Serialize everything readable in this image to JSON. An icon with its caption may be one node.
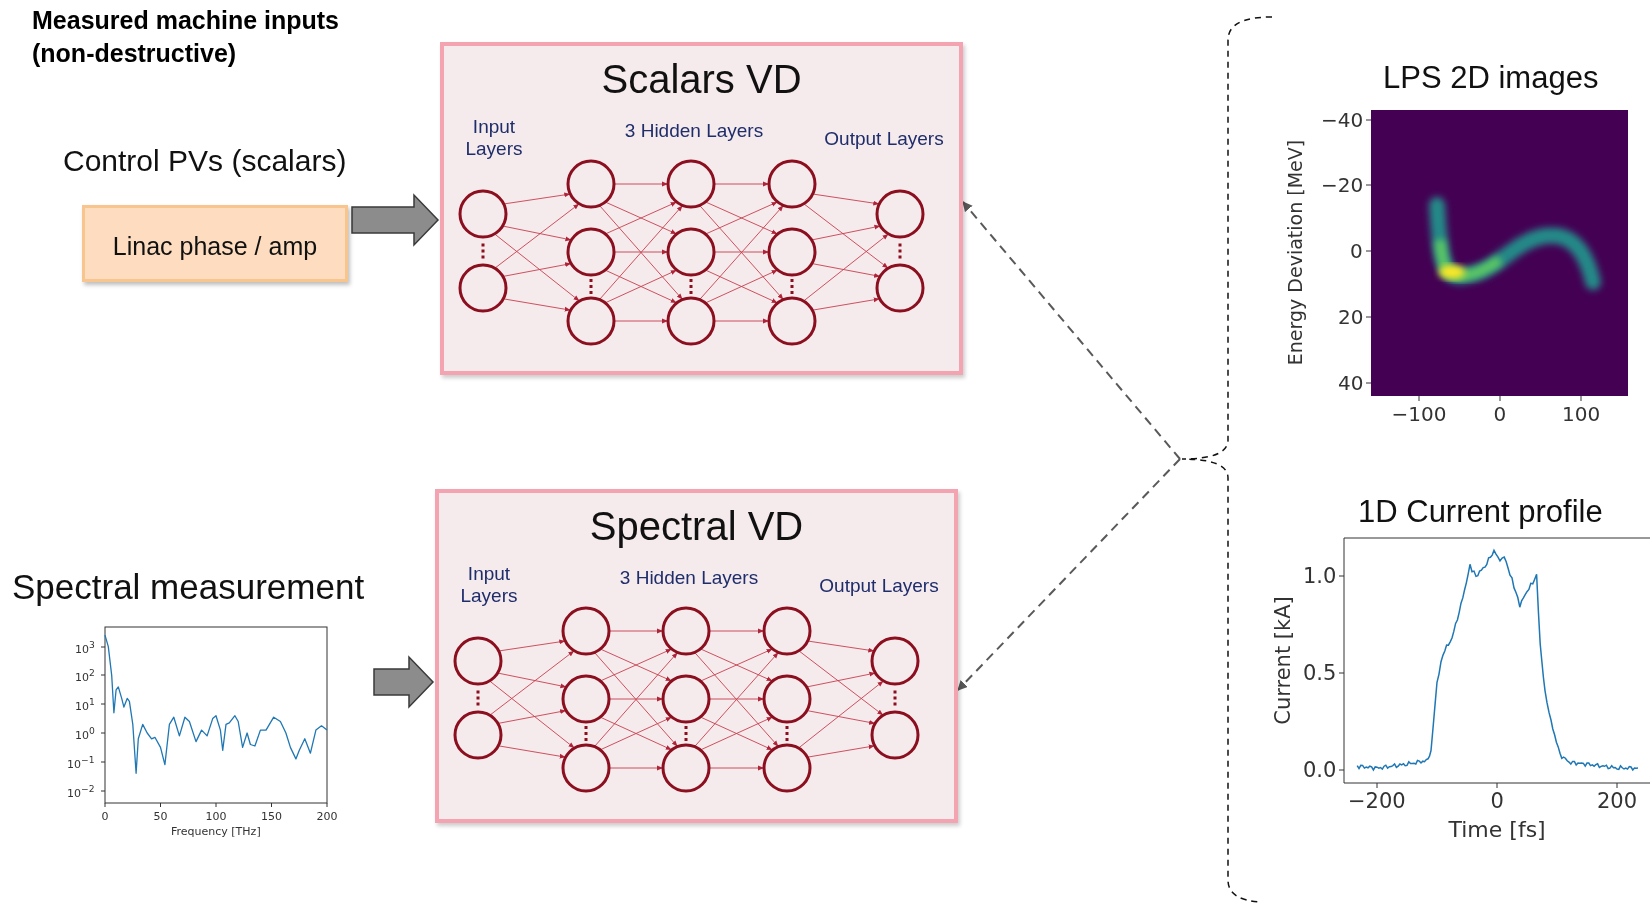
{
  "diagram": {
    "title": "Measured machine inputs (non-destructive)",
    "nodes": [
      {
        "text": [
          "Control PVs (scalars)",
          "Linac phase / amp"
        ]
      },
      {
        "text": [
          "Scalars VD",
          "Input Layers",
          "3 Hidden Layers",
          "Output Layers"
        ]
      },
      {
        "text": [
          "Spectral measurement"
        ]
      },
      {
        "text": [
          "Spectral VD",
          "Input Layers",
          "3 Hidden Layers",
          "Output Layers"
        ]
      },
      {
        "text": [],
        "shape": "bracket"
      },
      {
        "text": [
          "LPS 2D images"
        ],
        "in": 4
      },
      {
        "text": [
          "1D Current profile"
        ],
        "in": 4
      }
    ],
    "edges": [
      {
        "from": 0,
        "to": 1,
        "arrow": "to",
        "style": "thick"
      },
      {
        "from": 2,
        "to": 3,
        "arrow": "to",
        "style": "thick"
      },
      {
        "from": 4,
        "to": 1,
        "arrow": "to",
        "style": "dashed"
      },
      {
        "from": 4,
        "to": 3,
        "arrow": "to",
        "style": "dashed"
      }
    ],
    "labels": [
      "10$^{3}$",
      "10$^{2}$",
      "10$^{1}$",
      "10$^{0}$",
      "10$^{−1}$",
      "10$^{−2}$",
      "0",
      "50",
      "100",
      "150",
      "200",
      "Frequency [THz]",
      "Energy Deviation [MeV]",
      "−40",
      "−20",
      "0",
      "20",
      "40",
      "−100",
      "0",
      "100",
      "Current [kA]",
      "1.0",
      "0.5",
      "0.0",
      "−200",
      "0",
      "200",
      "Time [fs]"
    ]
  }
}
